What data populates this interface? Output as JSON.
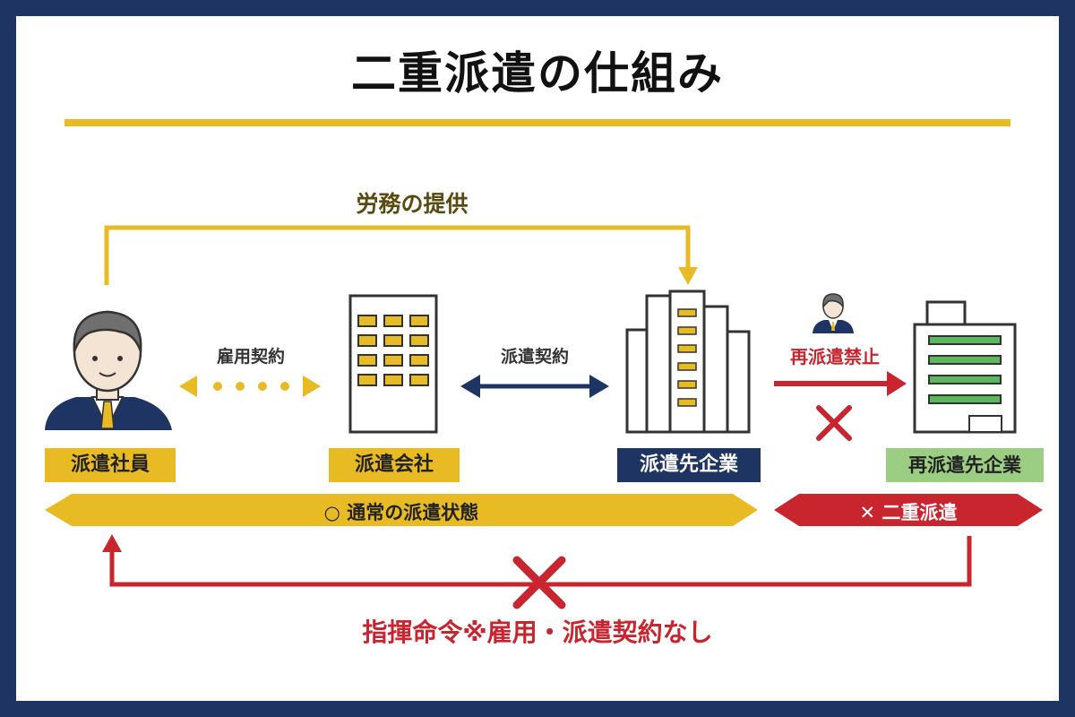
{
  "title": "二重派遣の仕組み",
  "labor_label": "労務の提供",
  "employment_contract_label": "雇用契約",
  "dispatch_contract_label": "派遣契約",
  "redispatch_ban_label": "再派遣禁止",
  "roles": {
    "worker": "派遣社員",
    "agency": "派遣会社",
    "client": "派遣先企業",
    "reclient": "再派遣先企業"
  },
  "normal_state": "○ 通常の派遣状態",
  "double_dispatch": "✕ 二重派遣",
  "command_label": "指揮命令※雇用・派遣契約なし",
  "colors": {
    "navy": "#1e3563",
    "yellow": "#e8bb24",
    "red": "#c8252f",
    "green": "#9bcd82",
    "dark_label": "#5a4a10"
  }
}
